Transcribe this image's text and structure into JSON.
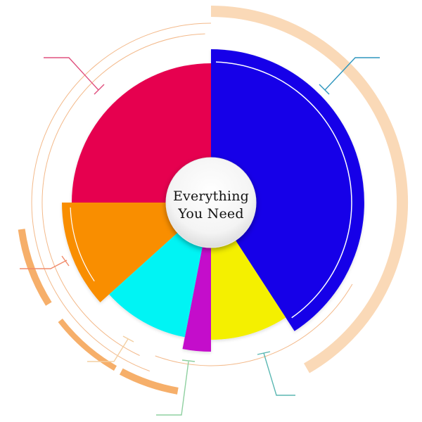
{
  "center": {
    "line1": "Everything",
    "line2": "You Need"
  },
  "segments": [
    {
      "id": "blue",
      "color": "#1605E8",
      "label": ""
    },
    {
      "id": "yellow",
      "color": "#F4F006",
      "label": ""
    },
    {
      "id": "magenta",
      "color": "#C40ACB",
      "label": ""
    },
    {
      "id": "cyan",
      "color": "#06F4F4",
      "label": ""
    },
    {
      "id": "orange",
      "color": "#F98E05",
      "label": ""
    },
    {
      "id": "crimson",
      "color": "#E6064F",
      "label": ""
    }
  ],
  "colors": {
    "ring_line": "#F3B98A",
    "accent_band": "#FAD9B7",
    "accent_band_strong": "#F6AF6A",
    "leader_crimson": "#E0507E",
    "leader_blue": "#2E96BD",
    "leader_orange": "#F08A6A",
    "leader_teal": "#5AB7B2",
    "leader_green": "#8FD0A0",
    "leader_beige": "#F3CFA2"
  }
}
